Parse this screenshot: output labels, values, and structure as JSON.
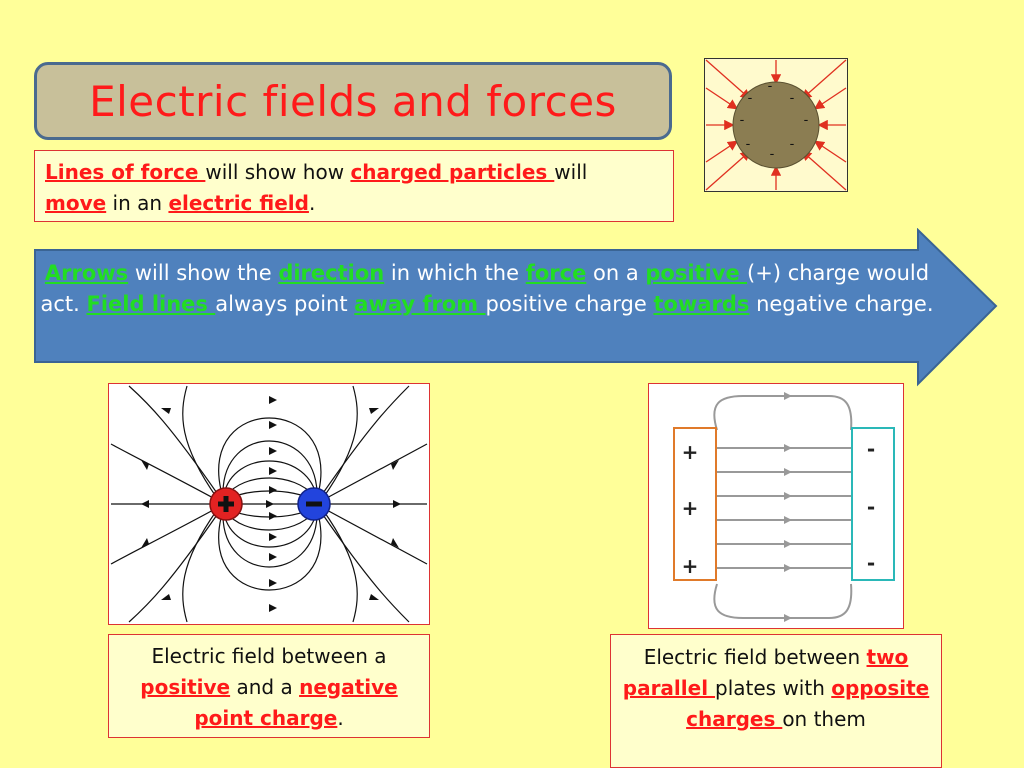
{
  "title": "Electric fields and forces",
  "definition": {
    "lines_of_force": "Lines of force ",
    "t1": "will show how ",
    "charged_particles": "charged particles ",
    "t2": "will",
    "move": "move",
    "t3": " in an ",
    "electric_field": "electric field",
    "t4": "."
  },
  "arrow_note": {
    "arrows": "Arrows",
    "t1": " will show the ",
    "direction": "direction",
    "t2": " in which the ",
    "force": "force",
    "t3": " on a ",
    "positive": "positive ",
    "t4": "(+) charge would act.  ",
    "field_lines": "Field lines ",
    "t5": "always point ",
    "away_from": "away from ",
    "t6": "positive charge ",
    "towards": "towards",
    "t7": " negative charge."
  },
  "caption_left": {
    "t1": "Electric field between a ",
    "positive": "positive",
    "t2": " and a ",
    "negative": "negative point charge",
    "t3": "."
  },
  "caption_right": {
    "t1": "Electric field between ",
    "two_parallel": "two parallel ",
    "t2": "plates with ",
    "opposite": "opposite charges ",
    "t3": "on them"
  },
  "symbols": {
    "plus": "+",
    "minus": "-"
  },
  "colors": {
    "background": "#ffff99",
    "title_text": "#ff1a1a",
    "highlight_red": "#ff1a1a",
    "highlight_green": "#22dd22",
    "arrow_fill": "#4f81bd"
  }
}
